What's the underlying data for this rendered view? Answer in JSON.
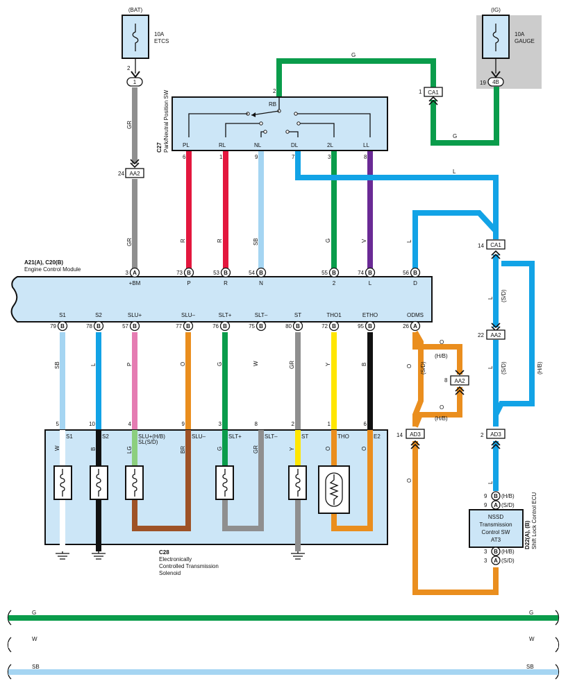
{
  "colors": {
    "G": "#0a9c4b",
    "R": "#e3173e",
    "SB": "#a5d5f2",
    "L": "#12a3e6",
    "V": "#6a2a95",
    "GR": "#8f8f8f",
    "P": "#e57cb2",
    "O": "#ea8e1e",
    "W": "#ffffff",
    "Y": "#ffe600",
    "B": "#111111",
    "BR": "#9e5226",
    "LG": "#8ccf7e",
    "box": "#cce6f7",
    "shade": "#cccccc"
  },
  "fuses": {
    "bat": {
      "source": "(BAT)",
      "rating": "10A",
      "name": "ETCS",
      "pin": "2",
      "connector": "1"
    },
    "ig": {
      "source": "(IG)",
      "rating": "10A",
      "name": "GAUGE",
      "pin": "19",
      "connector": "4B"
    }
  },
  "junctions": {
    "ca1_top": {
      "pin": "1",
      "name": "CA1"
    },
    "aa2_left": {
      "pin": "24",
      "name": "AA2"
    },
    "ca1_right": {
      "pin": "14",
      "name": "CA1"
    },
    "aa2_right": {
      "pin": "22",
      "name": "AA2"
    },
    "aa2_mid": {
      "pin": "8",
      "name": "AA2"
    },
    "ad3_left": {
      "pin": "14",
      "name": "AD3"
    },
    "ad3_right": {
      "pin": "2",
      "name": "AD3"
    }
  },
  "switch": {
    "code": "C27",
    "name": "Park/Neutral Position SW",
    "rb": "RB",
    "rb_pin": "2",
    "terminals": [
      "PL",
      "RL",
      "NL",
      "DL",
      "2L",
      "LL"
    ],
    "pins": [
      "6",
      "1",
      "9",
      "7",
      "3",
      "8"
    ]
  },
  "ecm": {
    "code": "A21(A), C20(B)",
    "name": "Engine Control Module",
    "top_pins": [
      {
        "pin": "3",
        "conn": "A",
        "label": "+BM"
      },
      {
        "pin": "73",
        "conn": "B",
        "label": "P"
      },
      {
        "pin": "53",
        "conn": "B",
        "label": "R"
      },
      {
        "pin": "54",
        "conn": "B",
        "label": "N"
      },
      {
        "pin": "55",
        "conn": "B",
        "label": "2"
      },
      {
        "pin": "74",
        "conn": "B",
        "label": "L"
      },
      {
        "pin": "56",
        "conn": "B",
        "label": "D"
      }
    ],
    "bottom_pins": [
      {
        "pin": "79",
        "conn": "B",
        "label": "S1"
      },
      {
        "pin": "78",
        "conn": "B",
        "label": "S2"
      },
      {
        "pin": "57",
        "conn": "B",
        "label": "SLU+"
      },
      {
        "pin": "77",
        "conn": "B",
        "label": "SLU–"
      },
      {
        "pin": "76",
        "conn": "B",
        "label": "SLT+"
      },
      {
        "pin": "75",
        "conn": "B",
        "label": "SLT–"
      },
      {
        "pin": "80",
        "conn": "B",
        "label": "ST"
      },
      {
        "pin": "72",
        "conn": "B",
        "label": "THO1"
      },
      {
        "pin": "95",
        "conn": "B",
        "label": "ETHO"
      },
      {
        "pin": "26",
        "conn": "A",
        "label": "ODMS"
      }
    ]
  },
  "wire_labels": {
    "top_g": "G",
    "ig_g": "G",
    "bat_gr": "GR",
    "gr_lower": "GR",
    "r1": "R",
    "r2": "R",
    "sb": "SB",
    "g": "G",
    "v": "V",
    "l_top": "L",
    "l_h": "L",
    "sb_s1": "SB",
    "l_s2": "L",
    "p_slu": "P",
    "o_slu": "O",
    "g_slt": "G",
    "w_slt": "W",
    "gr_st": "GR",
    "y_tho": "Y",
    "b_etho": "B",
    "o_top": "O",
    "hb_top": "(H/B)",
    "sd_left": "(S/D)",
    "o_sd": "O",
    "o_mid": "O",
    "hb_mid": "(H/B)",
    "l_v1": "L",
    "sd_v1": "(S/D)",
    "l_v2": "L",
    "sd_v2": "(S/D)",
    "hb_v": "(H/B)",
    "o_low": "O",
    "l_low": "L"
  },
  "solenoid": {
    "code": "C28",
    "name_line1": "Electronically",
    "name_line2": "Controlled Transmission",
    "name_line3": "Solenoid",
    "pins": [
      "5",
      "10",
      "4",
      "9",
      "3",
      "8",
      "2",
      "1",
      "6"
    ],
    "terminals": [
      "S1",
      "S2",
      "SLU+(H/B)",
      "SLU–",
      "SLT+",
      "SLT–",
      "ST",
      "THO",
      "E2"
    ],
    "terminal_sub": "SL(S/D)",
    "inner_wires": [
      "W",
      "B",
      "LG",
      "BR",
      "G",
      "GR",
      "Y",
      "O",
      "O"
    ]
  },
  "ecu": {
    "code": "D22(A), (B)",
    "name": "Shift Lock Control ECU",
    "line1": "NSSD",
    "line2": "Transmission",
    "line3": "Control SW",
    "line4": "AT3",
    "top_pins": [
      {
        "pin": "9",
        "conn": "B",
        "variant": "(H/B)"
      },
      {
        "pin": "9",
        "conn": "A",
        "variant": "(S/D)"
      }
    ],
    "bottom_pins": [
      {
        "pin": "3",
        "conn": "B",
        "variant": "(H/B)"
      },
      {
        "pin": "3",
        "conn": "A",
        "variant": "(S/D)"
      }
    ]
  },
  "bus": [
    {
      "label": "G",
      "color": "G"
    },
    {
      "label": "W",
      "color": "W"
    },
    {
      "label": "SB",
      "color": "SB"
    }
  ]
}
